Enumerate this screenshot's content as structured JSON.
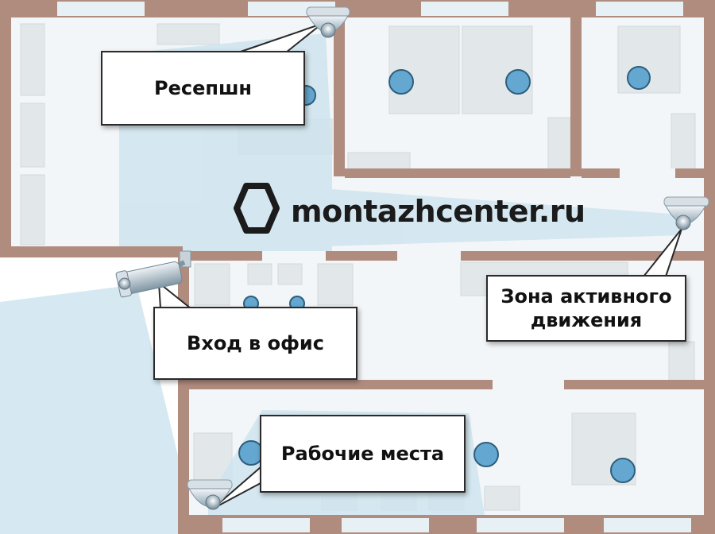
{
  "brand": {
    "text": "montazhcenter.ru",
    "logo_icon": "hexagon-logo-icon"
  },
  "callouts": [
    {
      "id": "reception",
      "label": "Ресепшн"
    },
    {
      "id": "entrance",
      "label": "Вход в офис"
    },
    {
      "id": "motion",
      "label": "Зона активного движения"
    },
    {
      "id": "workplaces",
      "label": "Рабочие места"
    }
  ],
  "cameras": [
    {
      "icon": "dome-camera-icon",
      "zone": "reception"
    },
    {
      "icon": "dome-camera-icon",
      "zone": "motion"
    },
    {
      "icon": "bullet-camera-icon",
      "zone": "entrance"
    },
    {
      "icon": "dome-camera-icon",
      "zone": "workplaces"
    }
  ],
  "colors": {
    "wall": "#b08c7f",
    "floor": "#f3f6f8",
    "view_cone": "#cfe4ee",
    "chair": "#63a6cf",
    "furniture": "#e3e7ea"
  }
}
